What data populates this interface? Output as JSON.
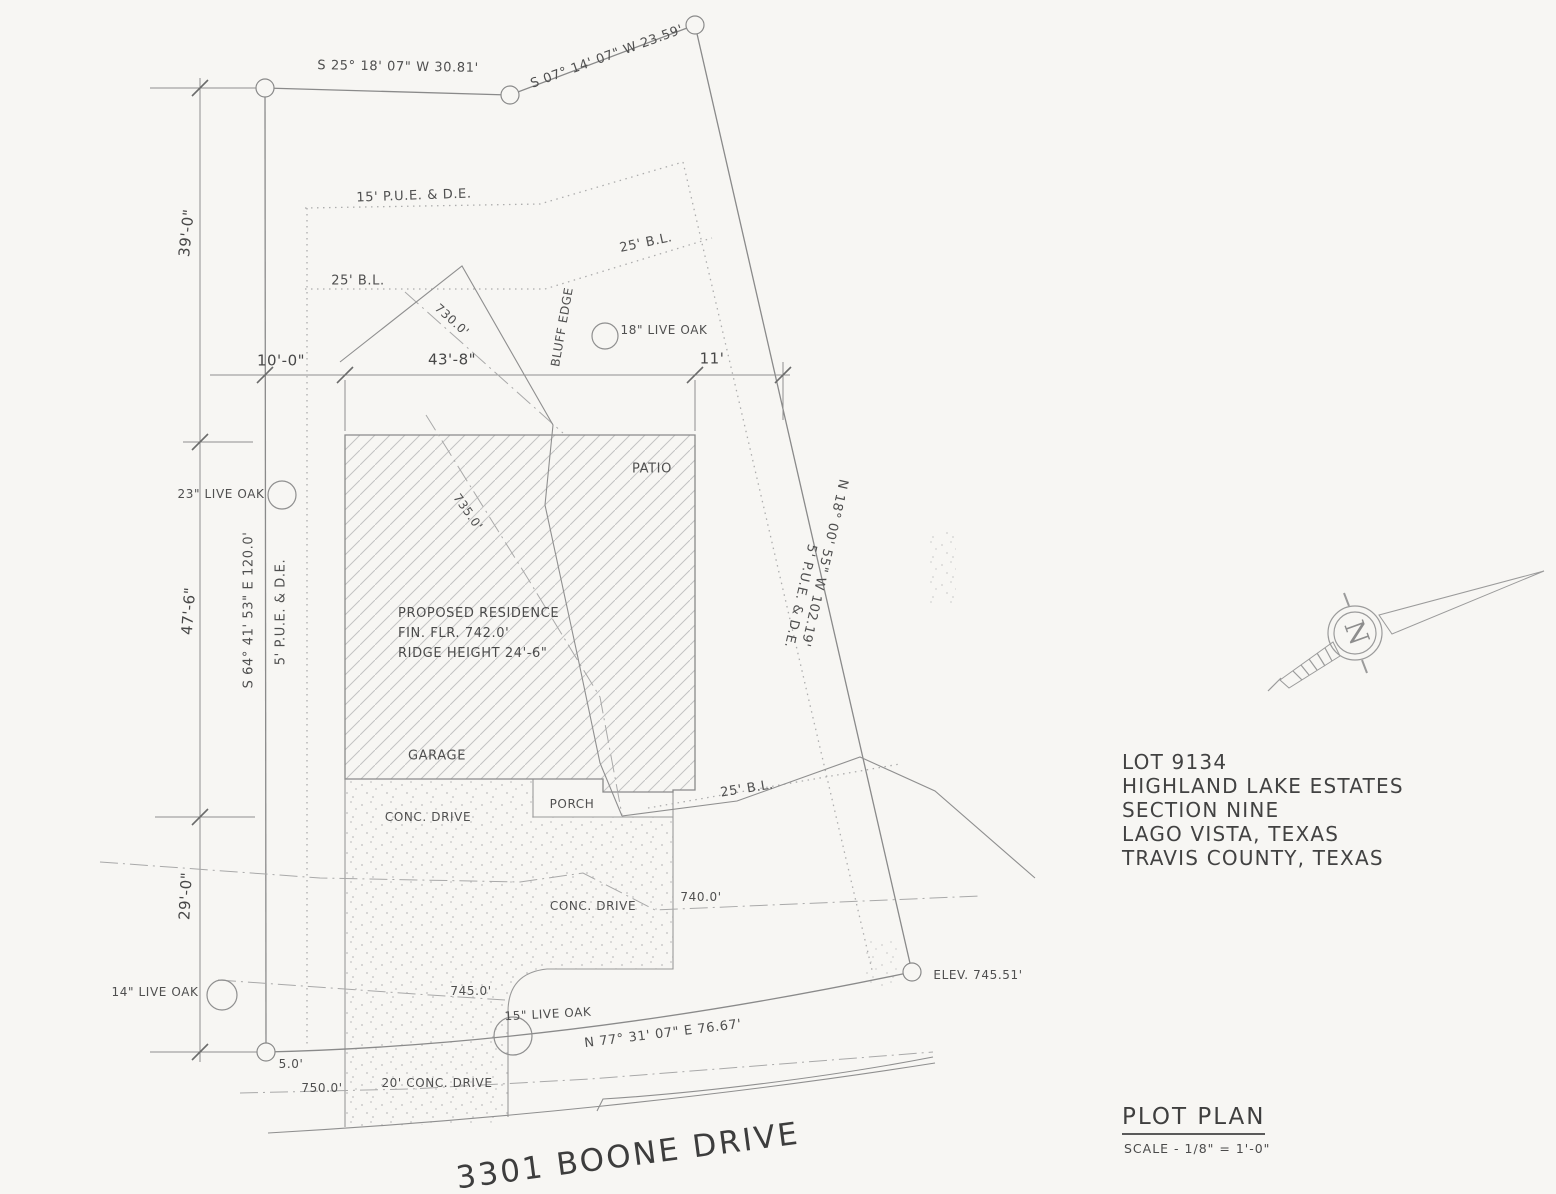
{
  "page": {
    "background": "#f7f6f3",
    "line_color": "#8f8f8f",
    "text_color": "#4d4d4d"
  },
  "bearings": {
    "top_left": "S 25° 18' 07\" W   30.81'",
    "top_right": "S 07° 14' 07\" W   23.59'",
    "left": "S 64° 41' 53\" E    120.0'",
    "right": "N 18° 00' 55\" W   102.19'",
    "front": "N 77° 31' 07\" E    76.67'"
  },
  "easements": {
    "pue15": "15' P.U.E. & D.E.",
    "pue5_left": "5' P.U.E. & D.E.",
    "pue5_right": "5' P.U.E. & D.E.",
    "bl25_upper_right": "25' B.L.",
    "bl25_left": "25' B.L.",
    "bl25_lower": "25' B.L."
  },
  "dimensions": {
    "d39": "39'-0\"",
    "d47_6": "47'-6\"",
    "d29": "29'-0\"",
    "d10": "10'-0\"",
    "d43_8": "43'-8\"",
    "d11": "11'",
    "d5": "5.0'"
  },
  "trees": {
    "oak18": "18\" LIVE OAK",
    "oak23": "23\" LIVE OAK",
    "oak14": "14\" LIVE OAK",
    "oak15": "15\" LIVE OAK"
  },
  "site": {
    "bluff_edge": "BLUFF EDGE",
    "patio": "PATIO",
    "garage": "GARAGE",
    "porch": "PORCH",
    "conc_drive_upper": "CONC. DRIVE",
    "conc_drive_mid": "CONC. DRIVE",
    "conc_drive_20": "20' CONC. DRIVE",
    "elev": "ELEV. 745.51'",
    "residence_line1": "PROPOSED RESIDENCE",
    "residence_line2": "FIN. FLR. 742.0'",
    "residence_line3": "RIDGE HEIGHT 24'-6\""
  },
  "contours": {
    "c730": "730.0'",
    "c735": "735.0'",
    "c740": "740.0'",
    "c745": "745.0'",
    "c750": "750.0'"
  },
  "street_label": "3301 BOONE DRIVE",
  "north_label": "N",
  "title_block": {
    "lines": [
      "LOT 9134",
      "HIGHLAND LAKE ESTATES",
      "SECTION NINE",
      "LAGO VISTA, TEXAS",
      "TRAVIS COUNTY, TEXAS"
    ],
    "plan_title": "PLOT PLAN",
    "plan_scale": "SCALE - 1/8\" = 1'-0\""
  }
}
